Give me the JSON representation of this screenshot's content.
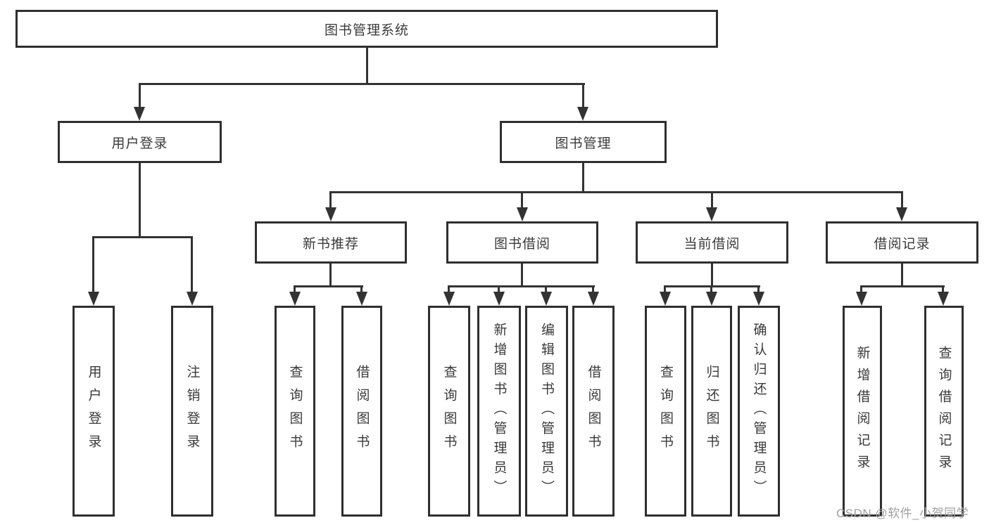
{
  "diagram": {
    "type": "hierarchy-tree",
    "title": "图书管理系统",
    "nodes": {
      "root": {
        "label": "图书管理系统",
        "parent": null
      },
      "user_login": {
        "label": "用户登录",
        "parent": "root"
      },
      "book_mgmt": {
        "label": "图书管理",
        "parent": "root"
      },
      "new_book_rec": {
        "label": "新书推荐",
        "parent": "book_mgmt"
      },
      "book_borrow": {
        "label": "图书借阅",
        "parent": "book_mgmt"
      },
      "current_borrow": {
        "label": "当前借阅",
        "parent": "book_mgmt"
      },
      "borrow_records": {
        "label": "借阅记录",
        "parent": "book_mgmt"
      },
      "leaf_user_login": {
        "label": "用户登录",
        "parent": "user_login"
      },
      "leaf_logout": {
        "label": "注销登录",
        "parent": "user_login"
      },
      "leaf_query_book_rec": {
        "label": "查询图书",
        "parent": "new_book_rec"
      },
      "leaf_borrow_book_rec": {
        "label": "借阅图书",
        "parent": "new_book_rec"
      },
      "leaf_query_book_borrow": {
        "label": "查询图书",
        "parent": "book_borrow"
      },
      "leaf_add_book": {
        "label": "新增图书（管理员）",
        "parent": "book_borrow"
      },
      "leaf_edit_book": {
        "label": "编辑图书（管理员）",
        "parent": "book_borrow"
      },
      "leaf_borrow_book_borrow": {
        "label": "借阅图书",
        "parent": "book_borrow"
      },
      "leaf_query_book_current": {
        "label": "查询图书",
        "parent": "current_borrow"
      },
      "leaf_return_book": {
        "label": "归还图书",
        "parent": "current_borrow"
      },
      "leaf_confirm_return": {
        "label": "确认归还（管理员）",
        "parent": "current_borrow"
      },
      "leaf_add_borrow_record": {
        "label": "新增借阅记录",
        "parent": "borrow_records"
      },
      "leaf_query_borrow_record": {
        "label": "查询借阅记录",
        "parent": "borrow_records"
      }
    },
    "watermark": {
      "text": "CSDN @软件_小贺同学"
    },
    "colors": {
      "line": "#333333",
      "border": "#2f2f2f",
      "text": "#3a3a3a",
      "background": "#ffffff",
      "watermark": "#a0a0a0"
    }
  }
}
